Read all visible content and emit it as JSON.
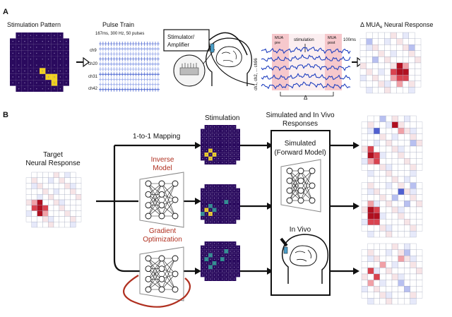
{
  "panel_a": {
    "letter": "A",
    "stimulation_pattern_title": "Stimulation Pattern",
    "pulse_train_title": "Pulse Train",
    "pulse_train_subtitle": "167ms, 300 Hz, 50 pulses",
    "channels": [
      "ch9",
      "ch20",
      "ch31",
      "ch42"
    ],
    "stimulator_label_line1": "Stimulator/",
    "stimulator_label_line2": "Amplifier",
    "recording_channel_label": "ch1, ch2, ... ch96",
    "mua_pre_line1": "MUA",
    "mua_pre_line2": "pre",
    "mua_post_line1": "MUA",
    "mua_post_line2": "post",
    "stimulation_label": "stimulation",
    "time_label": "100ms",
    "delta_symbol": "Δ",
    "response_title": "Δ MUA",
    "response_title_sub": "e",
    "response_title_rest": " Neural Response"
  },
  "panel_b": {
    "letter": "B",
    "target_title_line1": "Target",
    "target_title_line2": "Neural Response",
    "mapping_label": "1-to-1 Mapping",
    "inverse_model_line1": "Inverse",
    "inverse_model_line2": "Model",
    "gradient_line1": "Gradient",
    "gradient_line2": "Optimization",
    "stimulation_title": "Stimulation",
    "simulated_invivo_line1": "Simulated and In Vivo",
    "simulated_invivo_line2": "Responses",
    "simulated_line1": "Simulated",
    "simulated_line2": "(Forward Model)",
    "in_vivo_label": "In Vivo"
  },
  "colors": {
    "grid_dark": "#2a0a5e",
    "grid_active": "#f0d020",
    "grid_mid": "#2b8f8f",
    "accent_red": "#b03020",
    "arrow": "#111111"
  }
}
